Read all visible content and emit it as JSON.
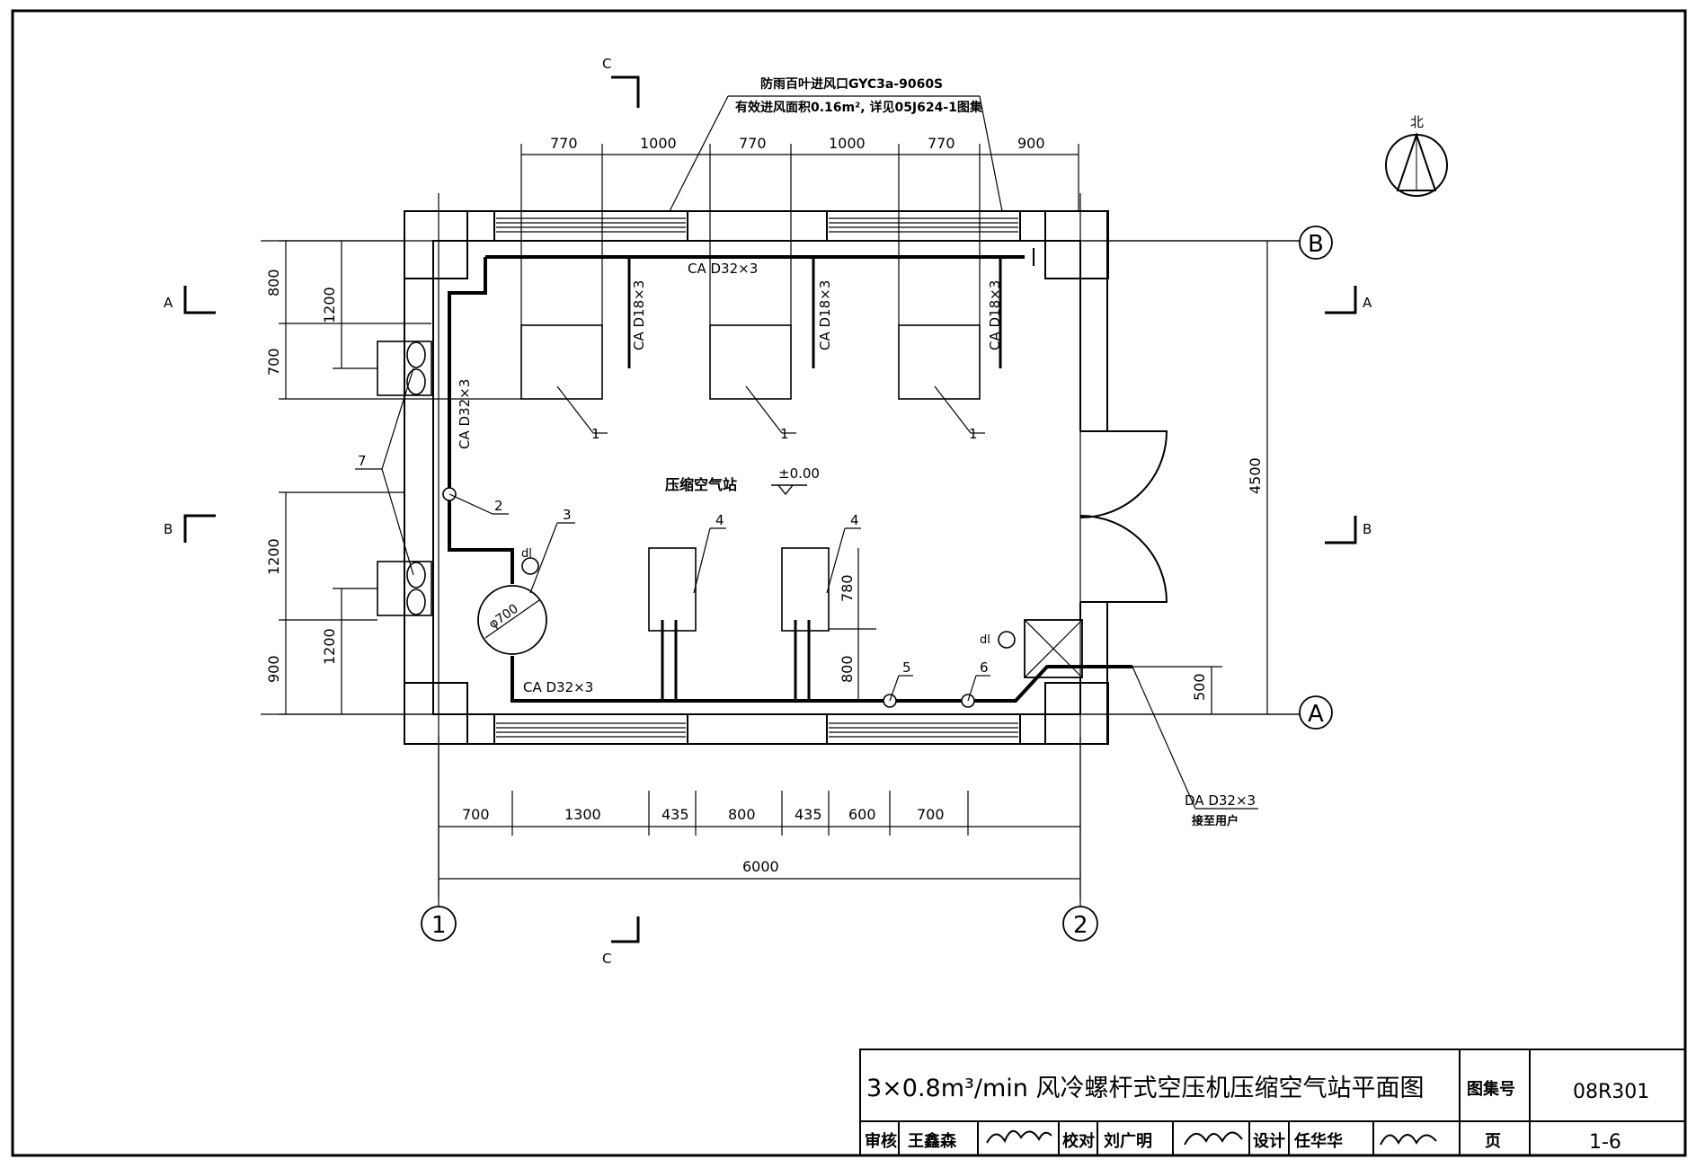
{
  "title_block": {
    "title": "3×0.8m³/min 风冷螺杆式空压机压缩空气站平面图",
    "atlas_label": "图集号",
    "atlas_no": "08R301",
    "page_label": "页",
    "page_no": "1-6",
    "review_label": "审核",
    "reviewer": "王鑫森",
    "check_label": "校对",
    "checker": "刘广明",
    "design_label": "设计",
    "designer": "任华华"
  },
  "north_label": "北",
  "room": {
    "name": "压缩空气站",
    "elevation": "±0.00"
  },
  "louver_note": {
    "line1": "防雨百叶进风口GYC3a-9060S",
    "line2": "有效进风面积0.16m², 详见05J624-1图集"
  },
  "pipes": {
    "ca_main_top": "CA D32×3",
    "ca_branch": "CA D18×3",
    "ca_left": "CA D32×3",
    "ca_bottom": "CA D32×3",
    "da_out": "DA D32×3",
    "da_note": "接至用户"
  },
  "tags": {
    "t1": "1",
    "t2": "2",
    "t3": "3",
    "t4": "4",
    "t5": "5",
    "t6": "6",
    "t7": "7",
    "dl": "dl",
    "tank_dia": "φ700"
  },
  "dims": {
    "top": [
      "770",
      "1000",
      "770",
      "1000",
      "770",
      "900"
    ],
    "bottom": [
      "700",
      "1300",
      "435",
      "800",
      "435",
      "600",
      "700"
    ],
    "total_width": "6000",
    "left_upper": [
      "800",
      "700"
    ],
    "left_upper_outer": "1200",
    "left_lower": [
      "1200",
      "900"
    ],
    "left_lower_inner": "1200",
    "right_total": "4500",
    "right_500": "500",
    "comp_780": "780",
    "comp_800": "800"
  },
  "axes": {
    "a": "A",
    "b": "B",
    "c1": "1",
    "c2": "2"
  },
  "sections": {
    "a": "A",
    "b": "B",
    "c": "C"
  }
}
